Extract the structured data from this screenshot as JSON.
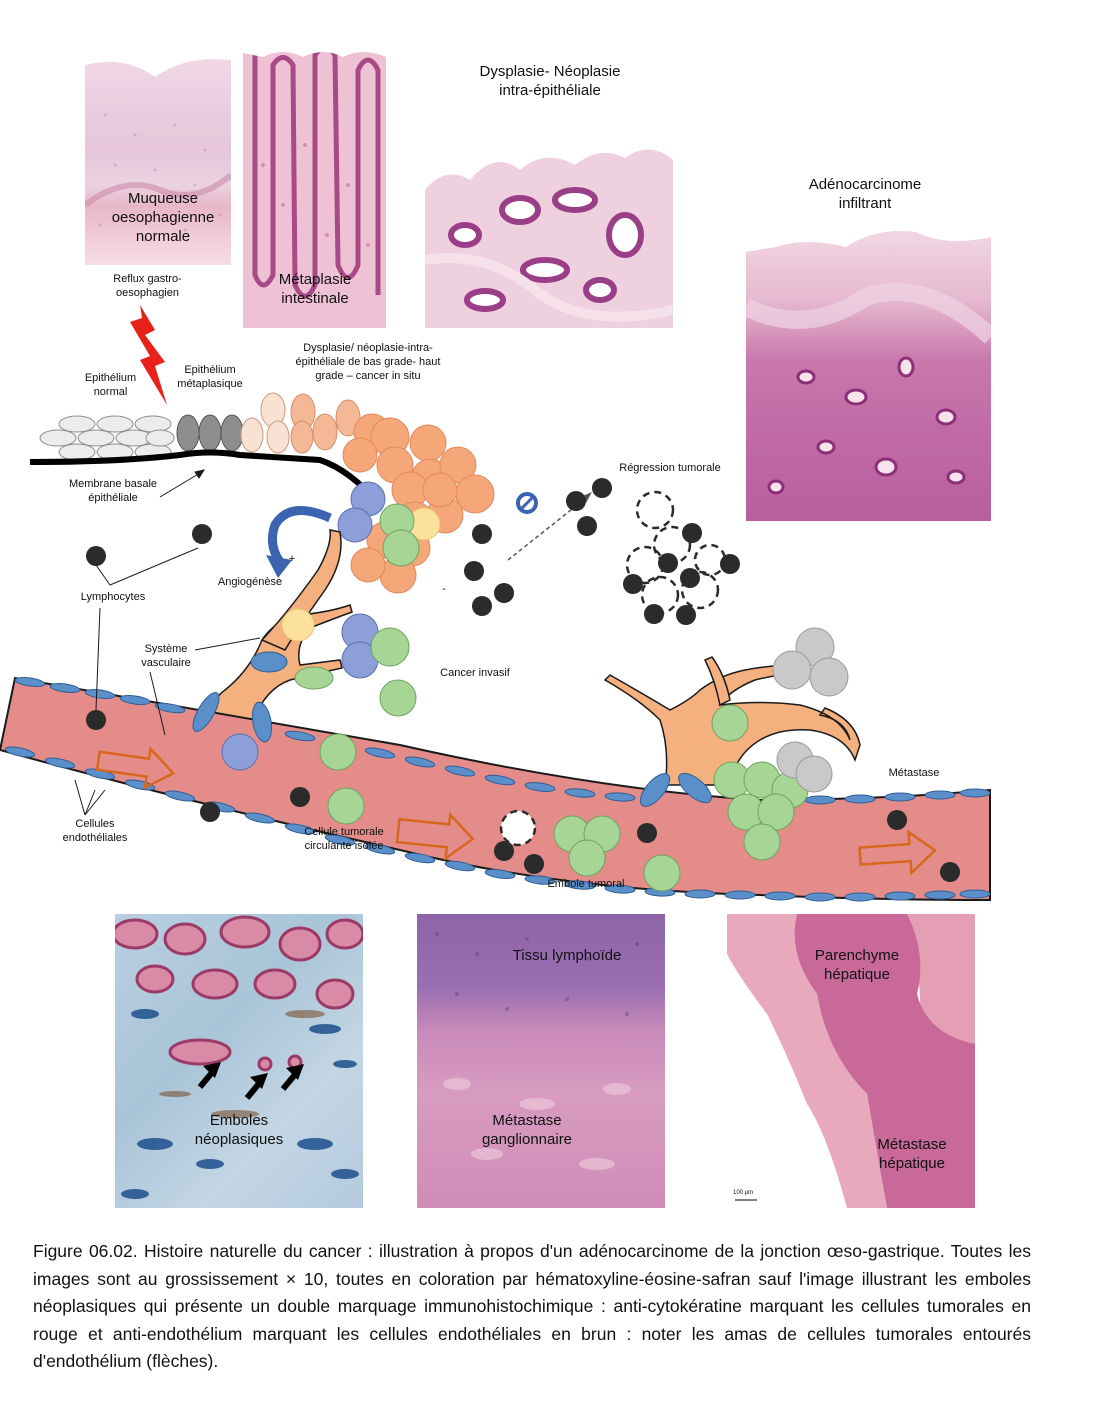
{
  "photos": {
    "normal": {
      "label": "Muqueuse oesophagienne normale"
    },
    "metaplasia": {
      "label": "Métaplasie intestinale"
    },
    "dysplasia": {
      "title": "Dysplasie- Néoplasie intra-épithéliale"
    },
    "adenocarcinoma": {
      "title": "Adénocarcinome infiltrant"
    },
    "emboli": {
      "label": "Emboles néoplasiques"
    },
    "lymph": {
      "label_top": "Tissu lymphoïde",
      "label_bottom": "Métastase ganglionnaire"
    },
    "liver": {
      "label_top": "Parenchyme hépatique",
      "label_bottom": "Métastase hépatique",
      "scale": "100 µm"
    }
  },
  "diagram": {
    "reflux": "Reflux gastro-oesophagien",
    "epi_normal": "Epithélium normal",
    "epi_meta": "Epithélium métaplasique",
    "dysplasia_stage": "Dysplasie/ néoplasie-intra-épithéliale de bas grade- haut grade – cancer in situ",
    "basement": "Membrane basale épithéliale",
    "regression": "Régression tumorale",
    "angiogenesis": "Angiogénèse",
    "plus": "+",
    "minus": "-",
    "lymphocytes": "Lymphocytes",
    "vascular": "Système vasculaire",
    "invasive": "Cancer invasif",
    "metastasis": "Métastase",
    "endothelial": "Cellules endothéliales",
    "ctc": "Cellule tumorale circulante isolée",
    "embolus": "Embole tumoral"
  },
  "colors": {
    "vessel": "#e38c8a",
    "endothelium": "#5b8fc9",
    "tumor_orange": "#f5a77a",
    "tumor_green": "#9fd08f",
    "tumor_blue": "#8d9fd6",
    "tumor_grey": "#c9c9c9",
    "sprout": "#f4b07e",
    "lymphocyte": "#2b2b2b",
    "arrow_red": "#e8211b"
  },
  "caption": "Figure 06.02. Histoire naturelle du cancer : illustration à propos d'un adénocarcinome de la jonction œso-gastrique. Toutes les images sont au grossissement × 10, toutes en coloration par hématoxyline-éosine-safran sauf l'image illustrant les emboles néoplasiques qui présente un double marquage immunohistochimique : anti-cytokératine marquant les cellules tumorales en rouge et anti-endothélium marquant les cellules endothéliales en brun : noter les amas de cellules tumorales entourés d'endothélium (flèches)."
}
